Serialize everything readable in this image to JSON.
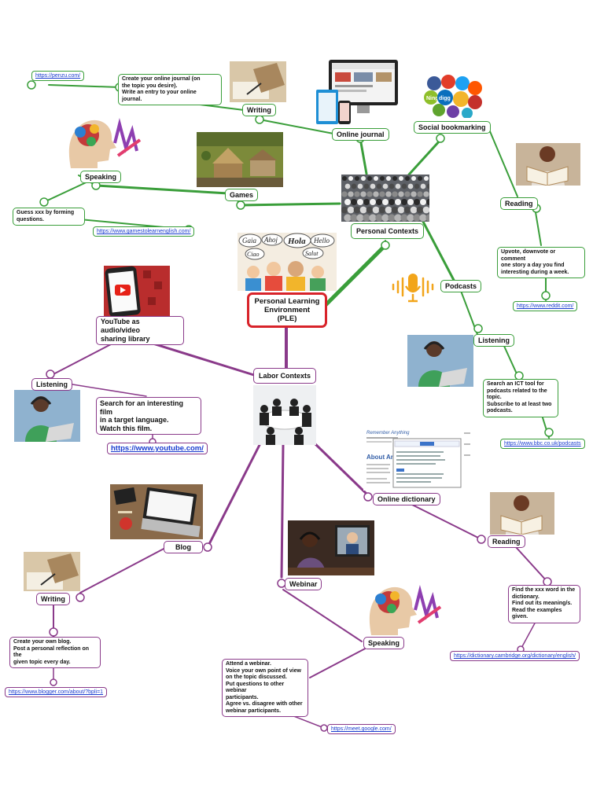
{
  "colors": {
    "green": "#3a9e3a",
    "purple": "#8a3a8a",
    "root": "#d8232a",
    "link": "#1a3ccf"
  },
  "root": {
    "label": "Personal Learning\nEnvironment (PLE)"
  },
  "branches": {
    "personal": {
      "label": "Personal Contexts",
      "writing": {
        "label": "Writing",
        "note": "Create your online journal (on\nthe topic you desire).\nWrite an entry to your online\njournal.",
        "link": "https://penzu.com/"
      },
      "online_journal": {
        "label": "Online journal"
      },
      "speaking": {
        "label": "Speaking",
        "note": "Guess xxx by forming\nquestions.",
        "link": "https://www.gamestolearnenglish.com/"
      },
      "games": {
        "label": "Games"
      },
      "social": {
        "label": "Social bookmarking"
      },
      "reading": {
        "label": "Reading",
        "note": "Upvote, downvote or comment\none story a day you find\ninteresting during a week.",
        "link": "https://www.reddit.com/"
      },
      "podcasts": {
        "label": "Podcasts"
      },
      "listening": {
        "label": "Listening",
        "note": "Search an ICT tool for\npodcasts related to the topic.\nSubscribe to at least two\npodcasts.",
        "link": "https://www.bbc.co.uk/podcasts"
      }
    },
    "labor": {
      "label": "Labor Contexts",
      "youtube": {
        "label": "YouTube as audio/video\nsharing library"
      },
      "listening": {
        "label": "Listening",
        "note": "Search for an interesting film\nin a target language.\nWatch this film.",
        "link": "https://www.youtube.com/"
      },
      "blog": {
        "label": "Blog"
      },
      "writing": {
        "label": "Writing",
        "note": "Create your own blog.\nPost a personal reflection on the\ngiven topic every day.",
        "link": "https://www.blogger.com/about/?bpli=1"
      },
      "webinar": {
        "label": "Webinar"
      },
      "speaking": {
        "label": "Speaking",
        "note": "Attend a webinar.\nVoice your own point of view\non the topic discussed.\nPut questions to other webinar\nparticipants.\nAgree vs. disagree with other\nwebinar participants.",
        "link": "https://meet.google.com/"
      },
      "online_dictionary": {
        "label": "Online dictionary"
      },
      "reading": {
        "label": "Reading",
        "note": "Find the xxx word in the\ndictionary.\nFind out its meaning/s.\nRead the examples given.",
        "link": "https://dictionary.cambridge.org/dictionary/english/"
      }
    }
  },
  "icons": {
    "bubbles": [
      "Gaia",
      "Ahoj",
      "Hola",
      "Hello",
      "Salut",
      "Ciao"
    ],
    "social": [
      "Ning",
      "digg"
    ],
    "site_mock": [
      "Remember Anything",
      "About Anki"
    ]
  }
}
